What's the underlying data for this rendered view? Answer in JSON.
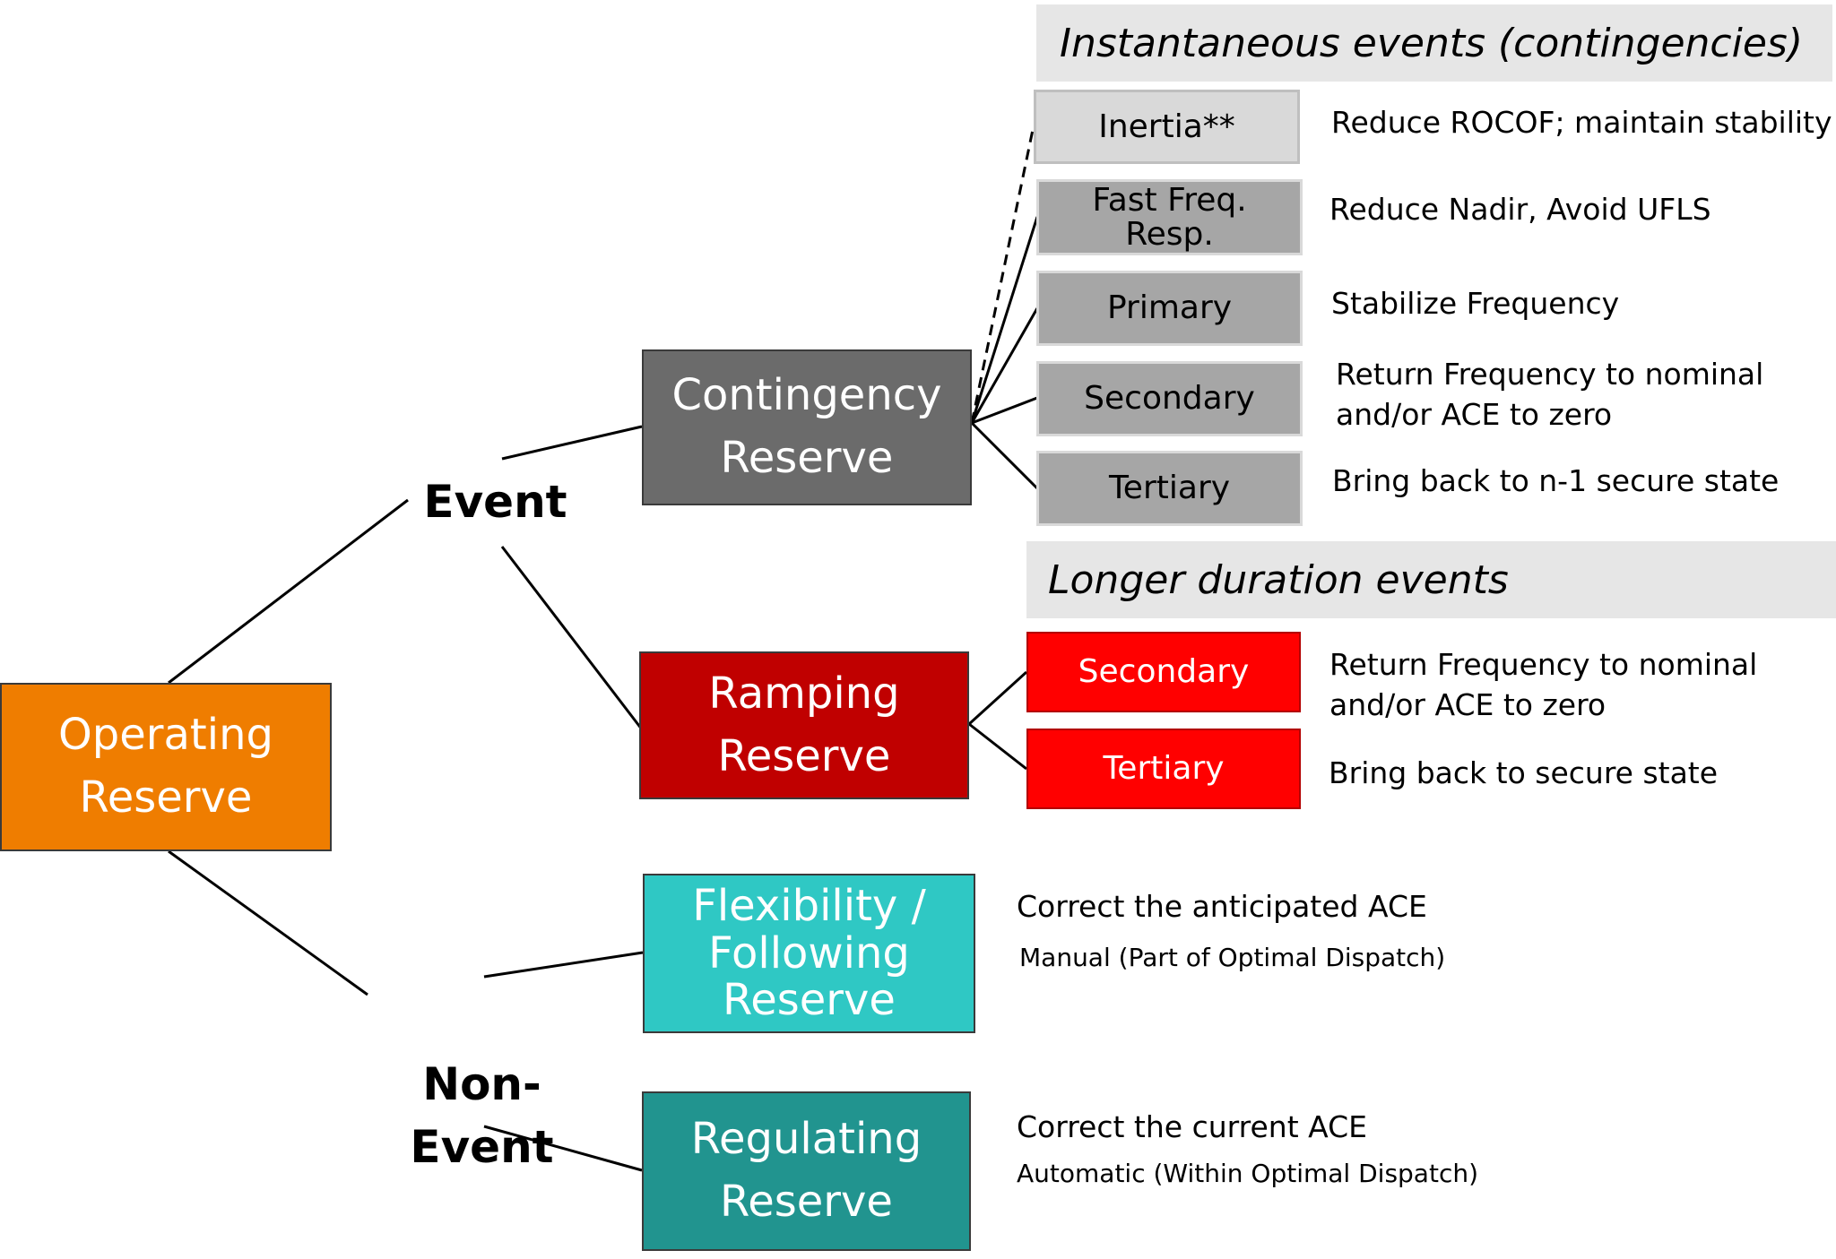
{
  "colors": {
    "operating": "#ef7d00",
    "contingency": "#6b6b6b",
    "ramping": "#c00000",
    "flexibility": "#2fc8c4",
    "regulating": "#21948f",
    "red_sub": "#ff0000",
    "gray_sub": "#a6a6a6",
    "light_sub": "#d9d9d9",
    "banner": "#e6e6e6"
  },
  "root": {
    "label": "Operating\nReserve"
  },
  "branches": {
    "event": "Event",
    "non_event": "Non-\nEvent"
  },
  "categories": {
    "contingency": "Contingency\nReserve",
    "ramping": "Ramping\nReserve",
    "flexibility": "Flexibility /\nFollowing\nReserve",
    "regulating": "Regulating\nReserve"
  },
  "banners": {
    "instantaneous": "Instantaneous events (contingencies)",
    "longer": "Longer duration events"
  },
  "contingency_items": [
    {
      "label": "Inertia**",
      "desc": "Reduce ROCOF; maintain stability"
    },
    {
      "label": "Fast Freq.\nResp.",
      "desc": "Reduce Nadir, Avoid UFLS"
    },
    {
      "label": "Primary",
      "desc": "Stabilize Frequency"
    },
    {
      "label": "Secondary",
      "desc": "Return Frequency to nominal\nand/or ACE to zero"
    },
    {
      "label": "Tertiary",
      "desc": "Bring back to n-1 secure state"
    }
  ],
  "ramping_items": [
    {
      "label": "Secondary",
      "desc": "Return Frequency to nominal\nand/or ACE to zero"
    },
    {
      "label": "Tertiary",
      "desc": "Bring back to secure state"
    }
  ],
  "flexibility_desc": {
    "main": "Correct the anticipated ACE",
    "note": "Manual (Part of Optimal Dispatch)"
  },
  "regulating_desc": {
    "main": "Correct the current ACE",
    "note": "Automatic (Within Optimal Dispatch)"
  }
}
